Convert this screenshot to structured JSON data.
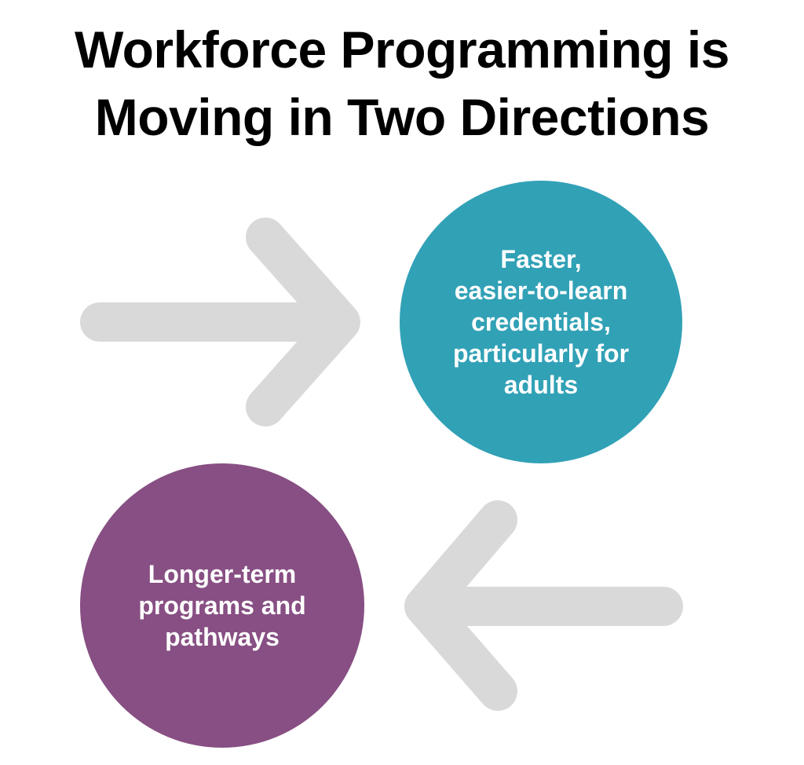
{
  "title": {
    "line1": "Workforce Programming is",
    "line2": "Moving in Two Directions"
  },
  "circle_right": {
    "lines": [
      "Faster,",
      "easier-to-learn",
      "credentials,",
      "particularly for",
      "adults"
    ],
    "color": "#31A1B6"
  },
  "circle_left": {
    "lines": [
      "Longer-term",
      "programs and",
      "pathways"
    ],
    "color": "#874F83"
  },
  "arrow_color": "#D9D9DA"
}
